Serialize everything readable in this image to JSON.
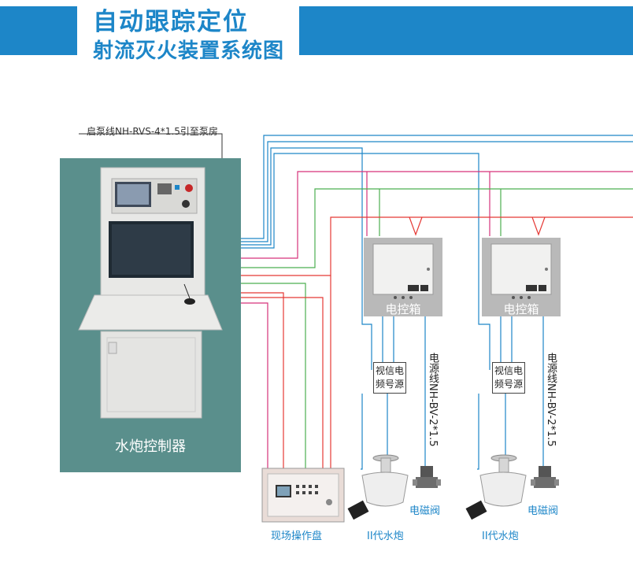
{
  "header": {
    "title_line1": "自动跟踪定位",
    "title_line2": "射流灭火装置系统图"
  },
  "labels": {
    "pump_wire": "启泵线NH-RVS-4*1.5引至泵房",
    "console": "水炮控制器",
    "electric_box": "电控箱",
    "video_source": [
      "视信电",
      "频号源"
    ],
    "power_wire": "电源线NH-BV-2*1.5",
    "field_panel": "现场操作盘",
    "cannon": "II代水炮",
    "solenoid_valve": "电磁阀"
  },
  "colors": {
    "brand_blue": "#1d86c8",
    "console_bg": "#5a8f8c",
    "box_grey": "#b9b9b9",
    "wire_blue": "#1d86c8",
    "wire_green": "#4caf50",
    "wire_red": "#e53935",
    "wire_magenta": "#d6337a",
    "wire_dark": "#333333"
  },
  "icons": [
    "control-console",
    "electric-control-box",
    "video-signal-source",
    "water-cannon",
    "solenoid-valve",
    "field-operation-panel"
  ]
}
